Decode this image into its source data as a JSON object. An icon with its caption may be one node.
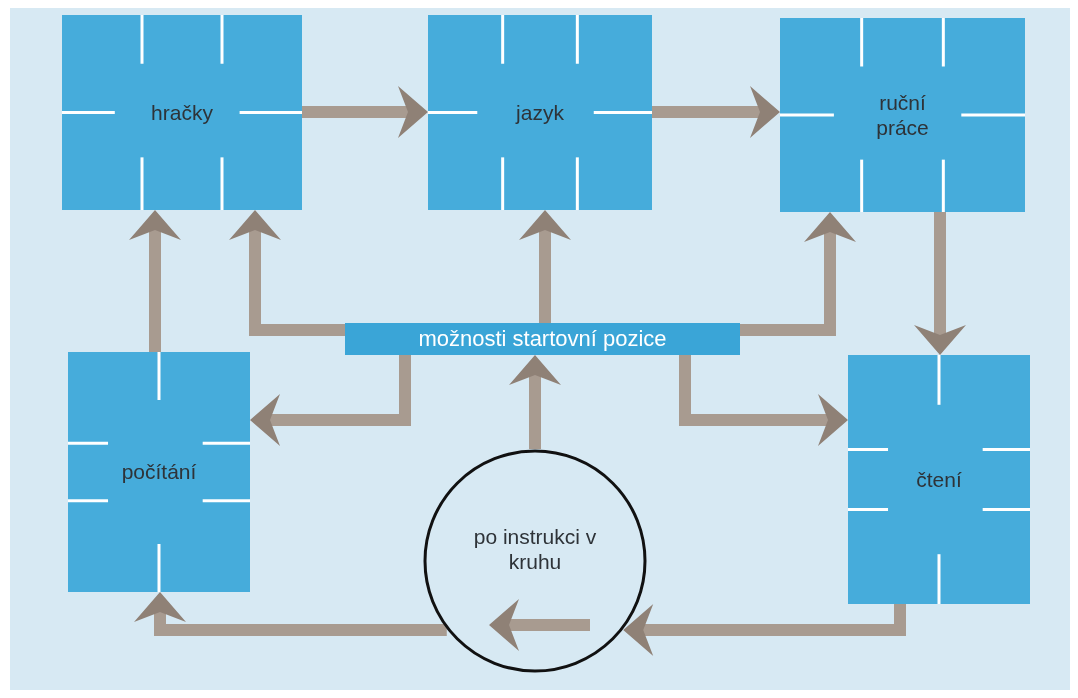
{
  "diagram": {
    "nodes": [
      {
        "text": [
          "hračky"
        ]
      },
      {
        "text": [
          "jazyk"
        ]
      },
      {
        "text": [
          "ruční práce"
        ]
      },
      {
        "text": [
          "možnosti startovní pozice"
        ]
      },
      {
        "text": [
          "počítání"
        ]
      },
      {
        "text": [
          "čtení"
        ]
      },
      {
        "text": [
          "po instrukci v kruhu"
        ]
      }
    ],
    "edges": [
      {
        "from": 0,
        "to": 1,
        "arrow": "to"
      },
      {
        "from": 1,
        "to": 2,
        "arrow": "to"
      },
      {
        "from": 2,
        "to": 5,
        "arrow": "to"
      },
      {
        "from": 4,
        "to": 0,
        "arrow": "to"
      },
      {
        "from": 3,
        "to": 0,
        "arrow": "to"
      },
      {
        "from": 3,
        "to": 1,
        "arrow": "to"
      },
      {
        "from": 3,
        "to": 2,
        "arrow": "to"
      },
      {
        "from": 3,
        "to": 4,
        "arrow": "to"
      },
      {
        "from": 3,
        "to": 5,
        "arrow": "to"
      },
      {
        "from": 6,
        "to": 3,
        "arrow": "to"
      },
      {
        "from": 5,
        "to": 6,
        "arrow": "to"
      },
      {
        "from": 6,
        "to": 4,
        "arrow": "to"
      }
    ]
  }
}
